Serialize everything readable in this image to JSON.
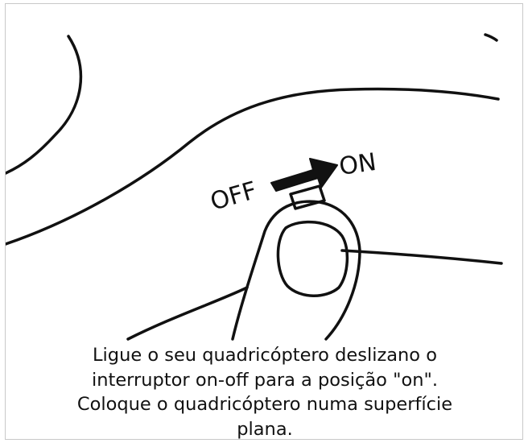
{
  "illustration": {
    "switch_off_label": "OFF",
    "switch_on_label": "ON"
  },
  "caption": {
    "lines": [
      "Ligue o seu quadricóptero deslizano o",
      "interruptor on-off para a posição \"on\".",
      "Coloque o quadricóptero numa superfície",
      "plana."
    ]
  },
  "colors": {
    "line": "#111111",
    "background": "#ffffff",
    "border": "#c8c8c8"
  }
}
